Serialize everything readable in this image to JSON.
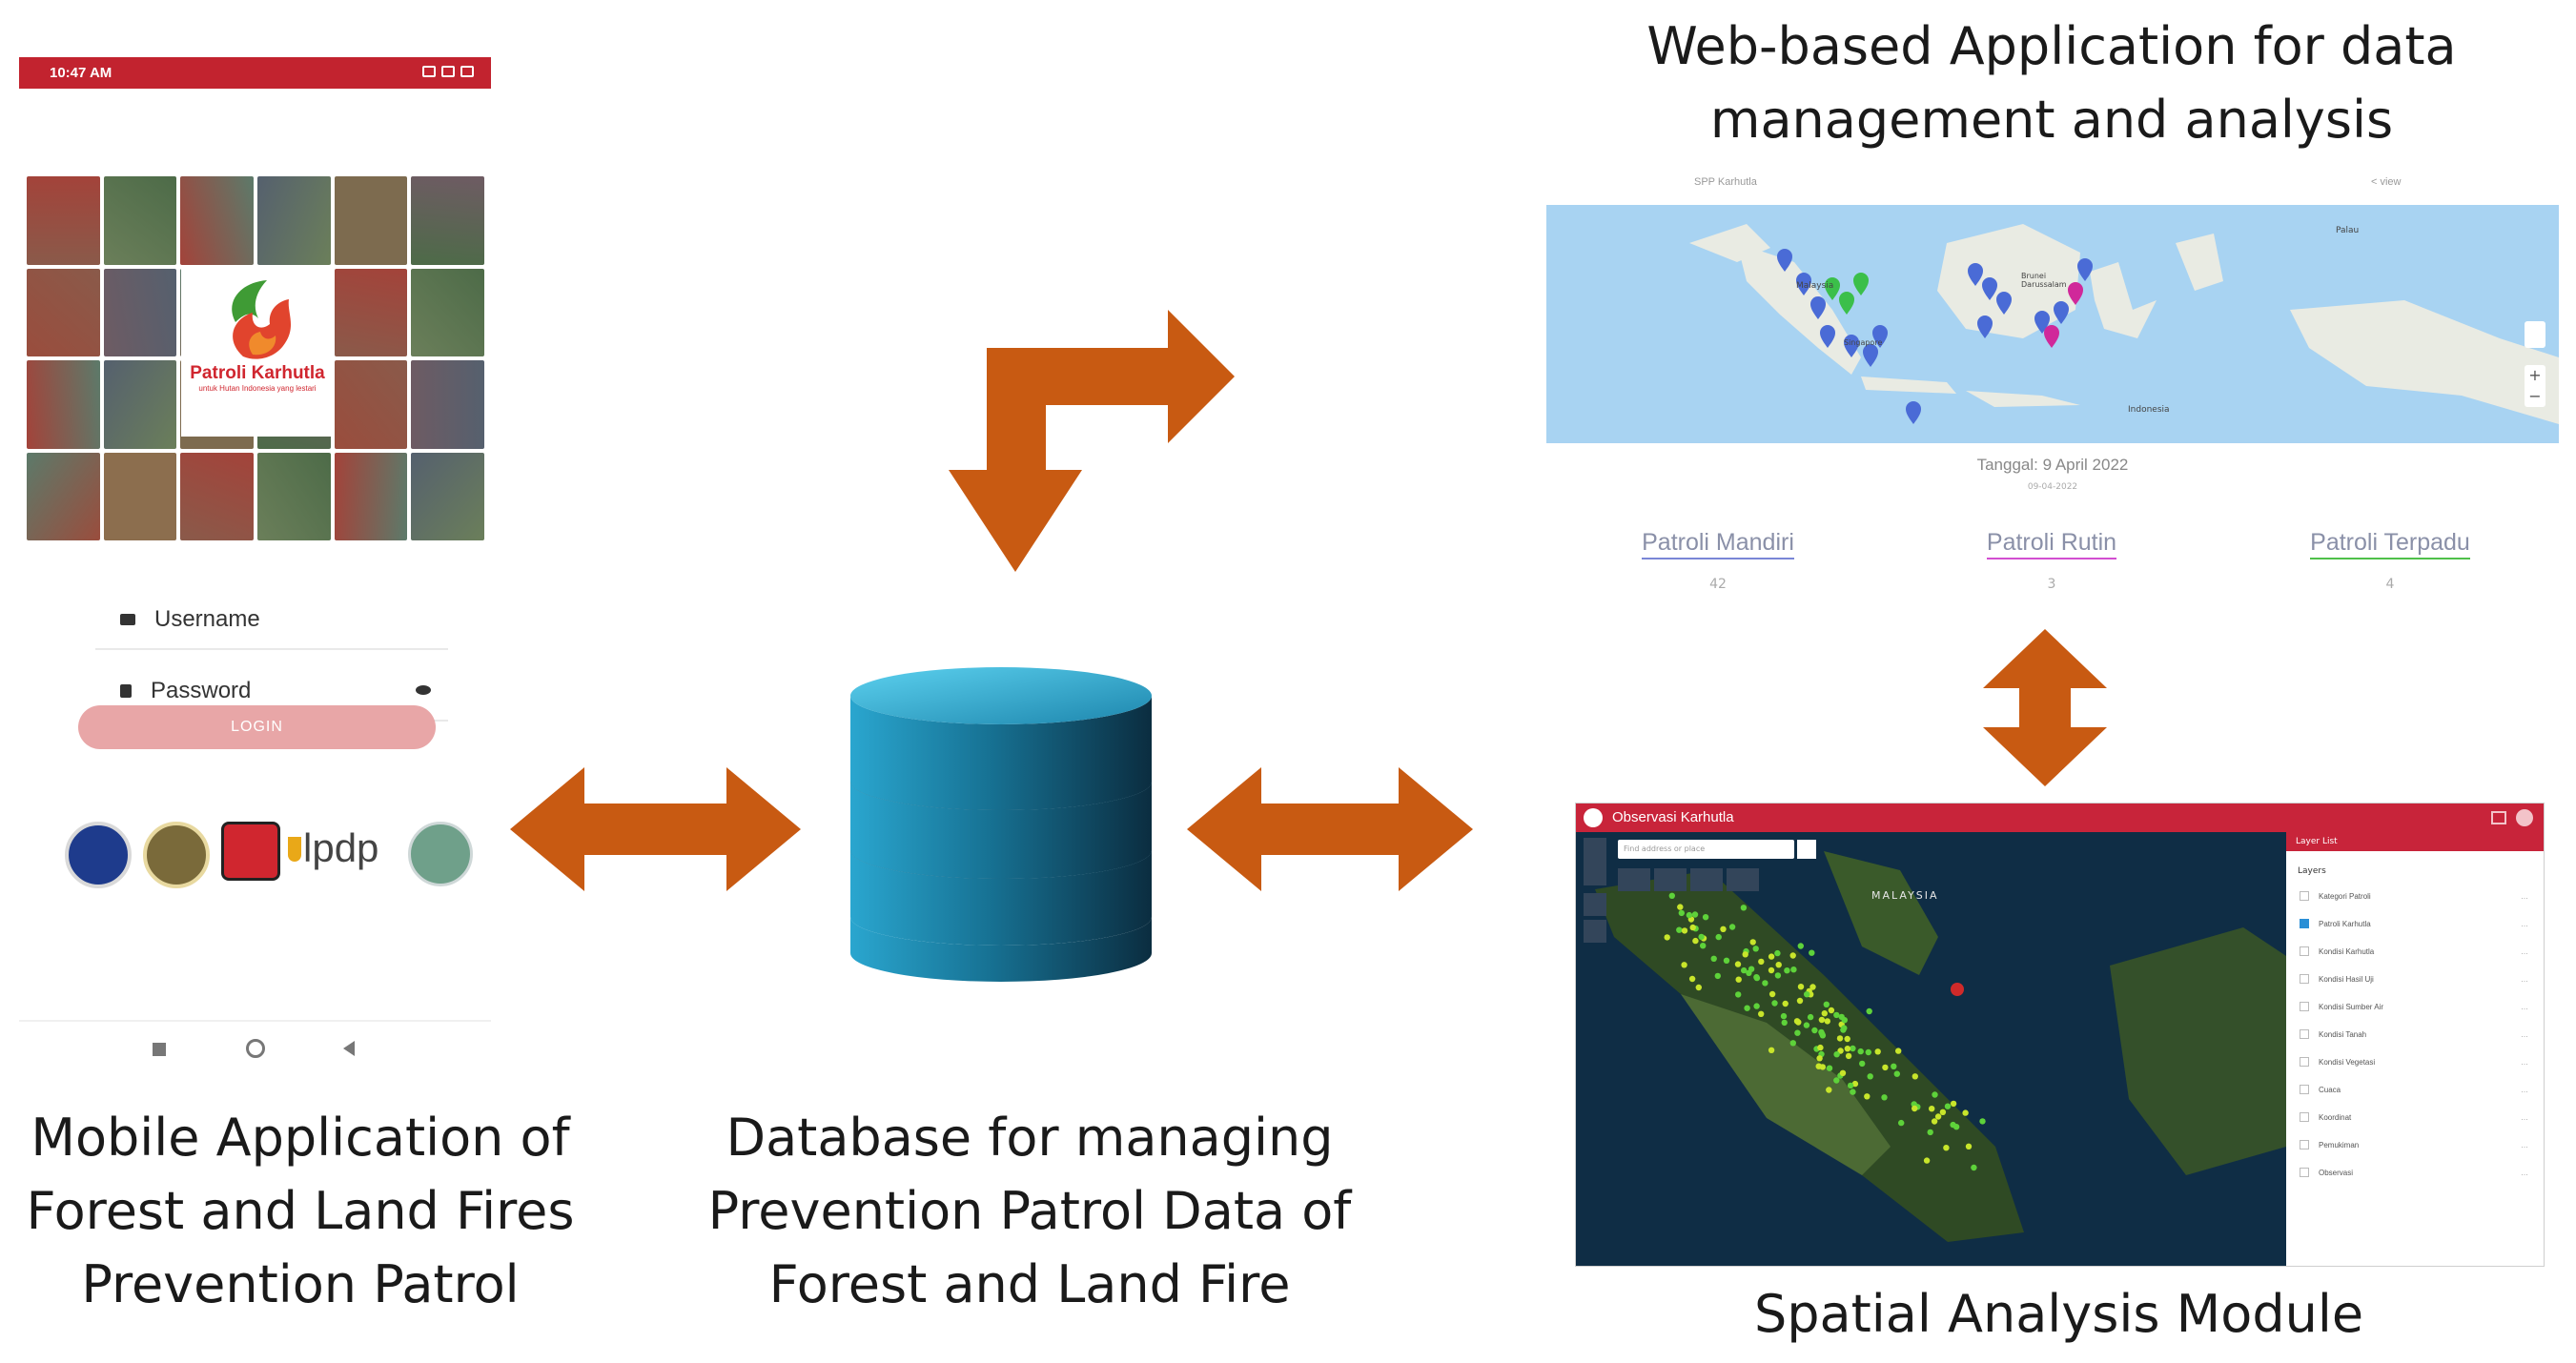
{
  "mobile_app": {
    "status_time": "10:47 AM",
    "logo_title": "Patroli Karhutla",
    "logo_subtitle": "untuk Hutan Indonesia yang lestari",
    "username_placeholder": "Username",
    "password_placeholder": "Password",
    "login_label": "LOGIN",
    "partner_text": "lpdp",
    "caption": [
      "Mobile Application of",
      "Forest and Land Fires",
      "Prevention Patrol"
    ]
  },
  "database": {
    "caption": [
      "Database for managing",
      "Prevention Patrol Data of",
      "Forest and Land Fire"
    ]
  },
  "web_app": {
    "caption": [
      "Web-based Application for data",
      "management and analysis"
    ],
    "header_left": "SPP Karhutla",
    "header_right": "< view",
    "date_label": "Tanggal: 9 April 2022",
    "date_small": "09-04-2022",
    "map_labels": [
      "Malaysia",
      "Singapore",
      "Brunei Darussalam",
      "Indonesia",
      "Palau"
    ],
    "patrols": [
      {
        "name": "Patroli Mandiri",
        "count": "42",
        "color": "#7a86d6"
      },
      {
        "name": "Patroli Rutin",
        "count": "3",
        "color": "#d24ed0"
      },
      {
        "name": "Patroli Terpadu",
        "count": "4",
        "color": "#4fc04a"
      }
    ]
  },
  "spatial_module": {
    "caption": "Spatial Analysis Module",
    "header_title": "Observasi Karhutla",
    "search_placeholder": "Find address or place",
    "map_label": "MALAYSIA",
    "layer_panel_title": "Layer List",
    "layers_heading": "Layers",
    "layers": [
      "Kategori Patroli",
      "Patroli Karhutla",
      "Kondisi Karhutla",
      "Kondisi Hasil Uji",
      "Kondisi Sumber Air",
      "Kondisi Tanah",
      "Kondisi Vegetasi",
      "Cuaca",
      "Koordinat",
      "Pemukiman",
      "Observasi"
    ]
  },
  "colors": {
    "arrow": "#c85a12",
    "cylinder_light": "#2aa6cf",
    "cylinder_dark": "#0b2d40",
    "app_red": "#c2232f"
  }
}
